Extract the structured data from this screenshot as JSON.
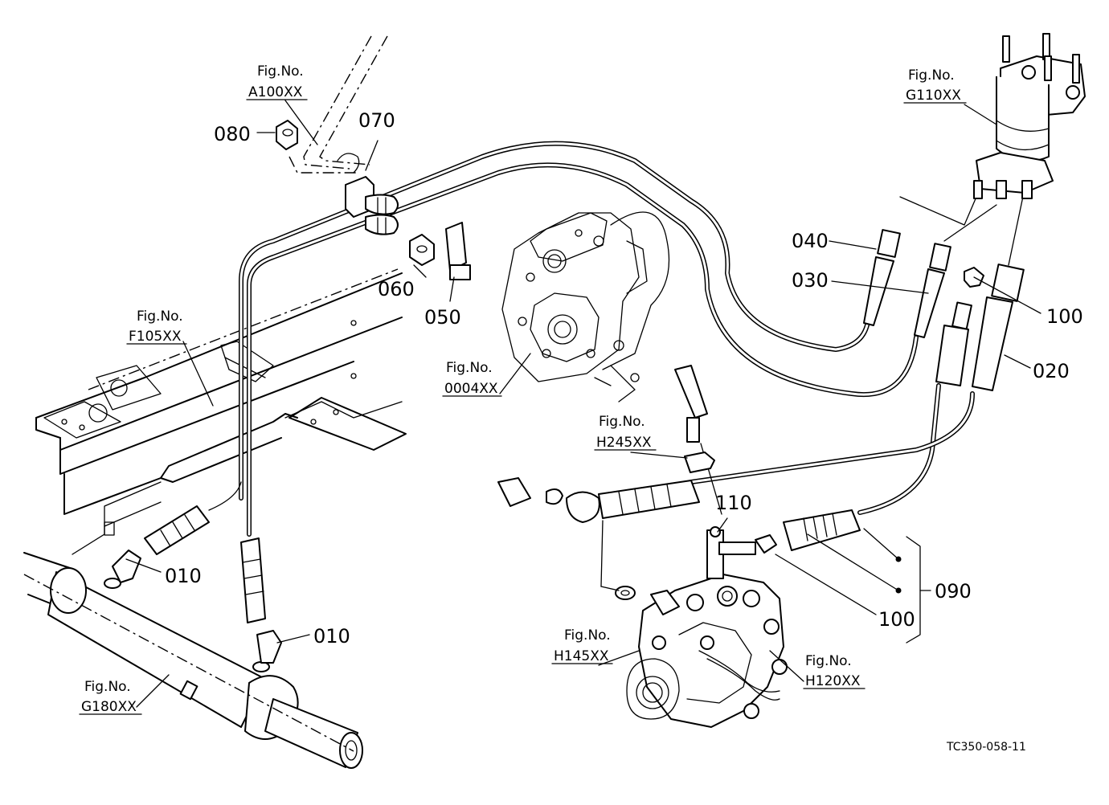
{
  "parts": [
    {
      "id": "p080",
      "number": "080"
    },
    {
      "id": "p070",
      "number": "070"
    },
    {
      "id": "p060",
      "number": "060"
    },
    {
      "id": "p050",
      "number": "050"
    },
    {
      "id": "p040",
      "number": "040"
    },
    {
      "id": "p030",
      "number": "030"
    },
    {
      "id": "p100a",
      "number": "100"
    },
    {
      "id": "p020",
      "number": "020"
    },
    {
      "id": "p110",
      "number": "110"
    },
    {
      "id": "p010a",
      "number": "010"
    },
    {
      "id": "p010b",
      "number": "010"
    },
    {
      "id": "p090",
      "number": "090"
    },
    {
      "id": "p100b",
      "number": "100"
    }
  ],
  "fig_refs": [
    {
      "id": "a100",
      "label": "Fig.No.",
      "code": "A100XX"
    },
    {
      "id": "g110",
      "label": "Fig.No.",
      "code": "G110XX"
    },
    {
      "id": "f105",
      "label": "Fig.No.",
      "code": "F105XX"
    },
    {
      "id": "f0004",
      "label": "Fig.No.",
      "code": "0004XX"
    },
    {
      "id": "h245",
      "label": "Fig.No.",
      "code": "H245XX"
    },
    {
      "id": "h145",
      "label": "Fig.No.",
      "code": "H145XX"
    },
    {
      "id": "h120",
      "label": "Fig.No.",
      "code": "H120XX"
    },
    {
      "id": "g180",
      "label": "Fig.No.",
      "code": "G180XX"
    }
  ],
  "drawing_code": "TC350-058-11"
}
